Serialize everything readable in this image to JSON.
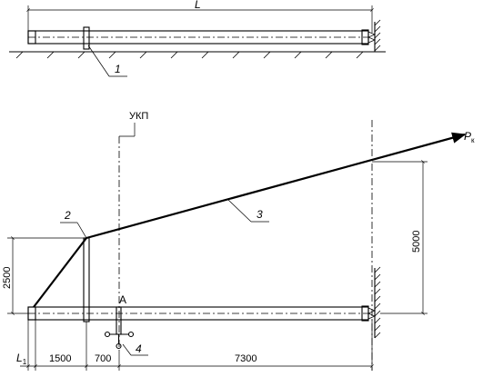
{
  "top_view": {
    "length_label": "L",
    "callout_1": "1"
  },
  "main_view": {
    "ukp_label": "УКП",
    "force_label": "P",
    "force_subscript": "к",
    "point_a_label": "A",
    "callout_2": "2",
    "callout_3": "3",
    "callout_4": "4",
    "dim_height_left": "2500",
    "dim_height_right": "5000",
    "dim_l1_main": "L",
    "dim_l1_sub": "1",
    "dim_1500": "1500",
    "dim_700": "700",
    "dim_7300": "7300"
  }
}
